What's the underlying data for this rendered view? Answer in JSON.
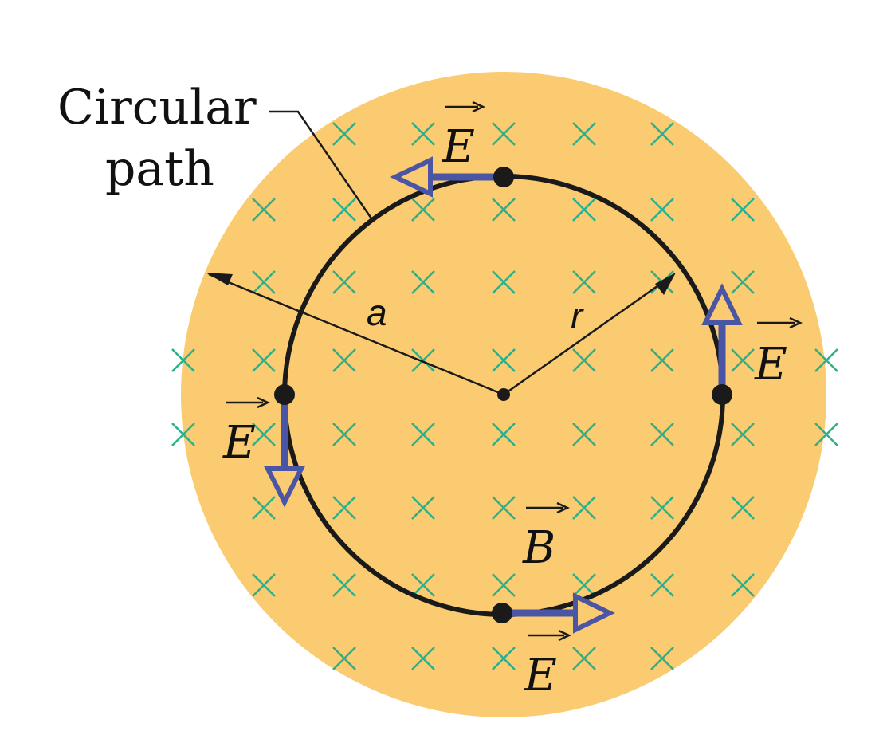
{
  "labels": {
    "circular_path_line1": "Circular",
    "circular_path_line2": "path",
    "radius_a": "a",
    "radius_r": "r",
    "field_E": "E",
    "field_B": "B"
  },
  "colors": {
    "region_fill": "#FACB70",
    "field_cross": "#2DB08A",
    "path_stroke": "#1A1A1A",
    "e_arrow": "#4B55A6",
    "label_text": "#111111"
  },
  "icons": {
    "field_marker": "cross-icon (B field into page)",
    "e_field_arrow": "hollow-arrowhead-icon",
    "vector_mark": "overhead-arrow-icon"
  }
}
